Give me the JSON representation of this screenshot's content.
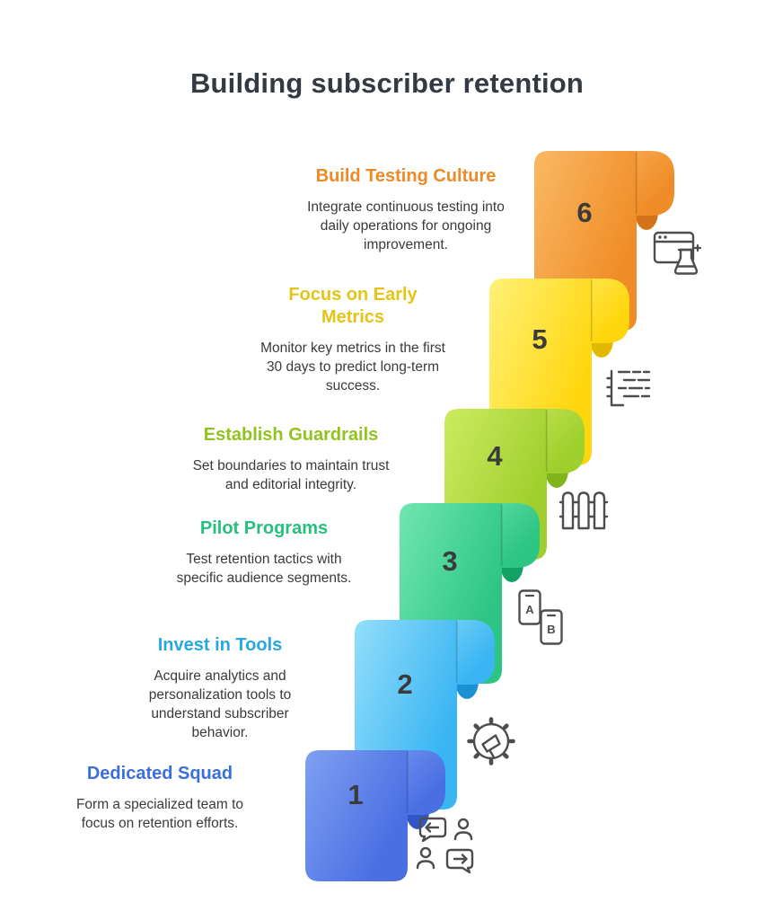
{
  "title": "Building subscriber retention",
  "background": "#ffffff",
  "text_color": "#3a3a3a",
  "number_color": "#3b3b3b",
  "icon_color": "#4d4d4d",
  "steps": [
    {
      "number": "1",
      "heading": "Dedicated Squad",
      "description": "Form a specialized team to focus on retention efforts.",
      "heading_color": "#3b6fe0",
      "ribbon_light": "#7fa0f2",
      "ribbon_dark": "#4a6fe3",
      "ribbon_curl": "#3356c6",
      "icon": "team-communication-icon"
    },
    {
      "number": "2",
      "heading": "Invest in Tools",
      "description": "Acquire analytics and personalization tools to understand subscriber behavior.",
      "heading_color": "#27a8e3",
      "ribbon_light": "#93defa",
      "ribbon_dark": "#3ab5f3",
      "ribbon_curl": "#1b90d2",
      "icon": "gear-megaphone-icon"
    },
    {
      "number": "3",
      "heading": "Pilot Programs",
      "description": "Test retention tactics with specific audience segments.",
      "heading_color": "#27bf7c",
      "ribbon_light": "#70e6b0",
      "ribbon_dark": "#2cc583",
      "ribbon_curl": "#14a165",
      "icon": "ab-testing-phones-icon"
    },
    {
      "number": "4",
      "heading": "Establish Guardrails",
      "description": "Set boundaries to maintain trust and editorial integrity.",
      "heading_color": "#92c31d",
      "ribbon_light": "#cdeb61",
      "ribbon_dark": "#9ecf2c",
      "ribbon_curl": "#7fb51a",
      "icon": "fence-guardrail-icon"
    },
    {
      "number": "5",
      "heading": "Focus on Early Metrics",
      "description": "Monitor key metrics in the first 30 days to predict long-term success.",
      "heading_color": "#e5c417",
      "ribbon_light": "#fff177",
      "ribbon_dark": "#ffd60d",
      "ribbon_curl": "#e0b900",
      "icon": "metrics-chart-icon"
    },
    {
      "number": "6",
      "heading": "Build Testing Culture",
      "description": "Integrate continuous testing into daily operations for ongoing improvement.",
      "heading_color": "#ec8a27",
      "ribbon_light": "#f9b964",
      "ribbon_dark": "#f08c27",
      "ribbon_curl": "#d4741a",
      "icon": "browser-experiment-icon"
    }
  ]
}
